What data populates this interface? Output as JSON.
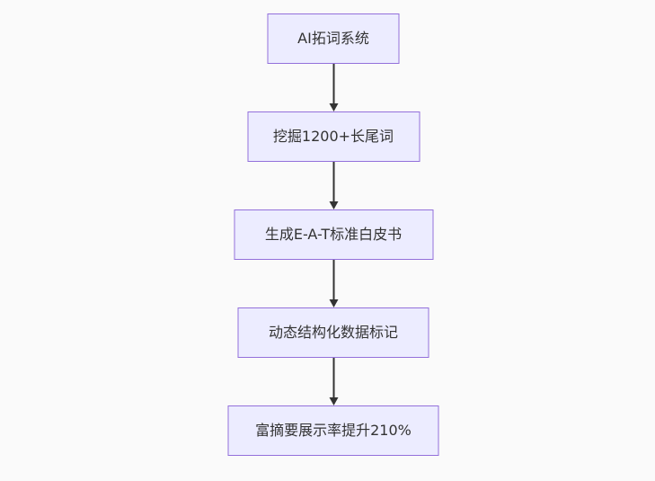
{
  "diagram": {
    "type": "flowchart",
    "direction": "top-down",
    "nodes": [
      {
        "id": "A",
        "label": "AI拓词系统"
      },
      {
        "id": "B",
        "label": "挖掘1200+长尾词"
      },
      {
        "id": "C",
        "label": "生成E-A-T标准白皮书"
      },
      {
        "id": "D",
        "label": "动态结构化数据标记"
      },
      {
        "id": "E",
        "label": "富摘要展示率提升210%"
      }
    ],
    "edges": [
      {
        "from": "A",
        "to": "B"
      },
      {
        "from": "B",
        "to": "C"
      },
      {
        "from": "C",
        "to": "D"
      },
      {
        "from": "D",
        "to": "E"
      }
    ],
    "colors": {
      "background": "#FAFAFA",
      "node_fill": "#ECECFF",
      "node_border": "#9370DB",
      "arrow": "#333333",
      "text": "#333333"
    }
  }
}
